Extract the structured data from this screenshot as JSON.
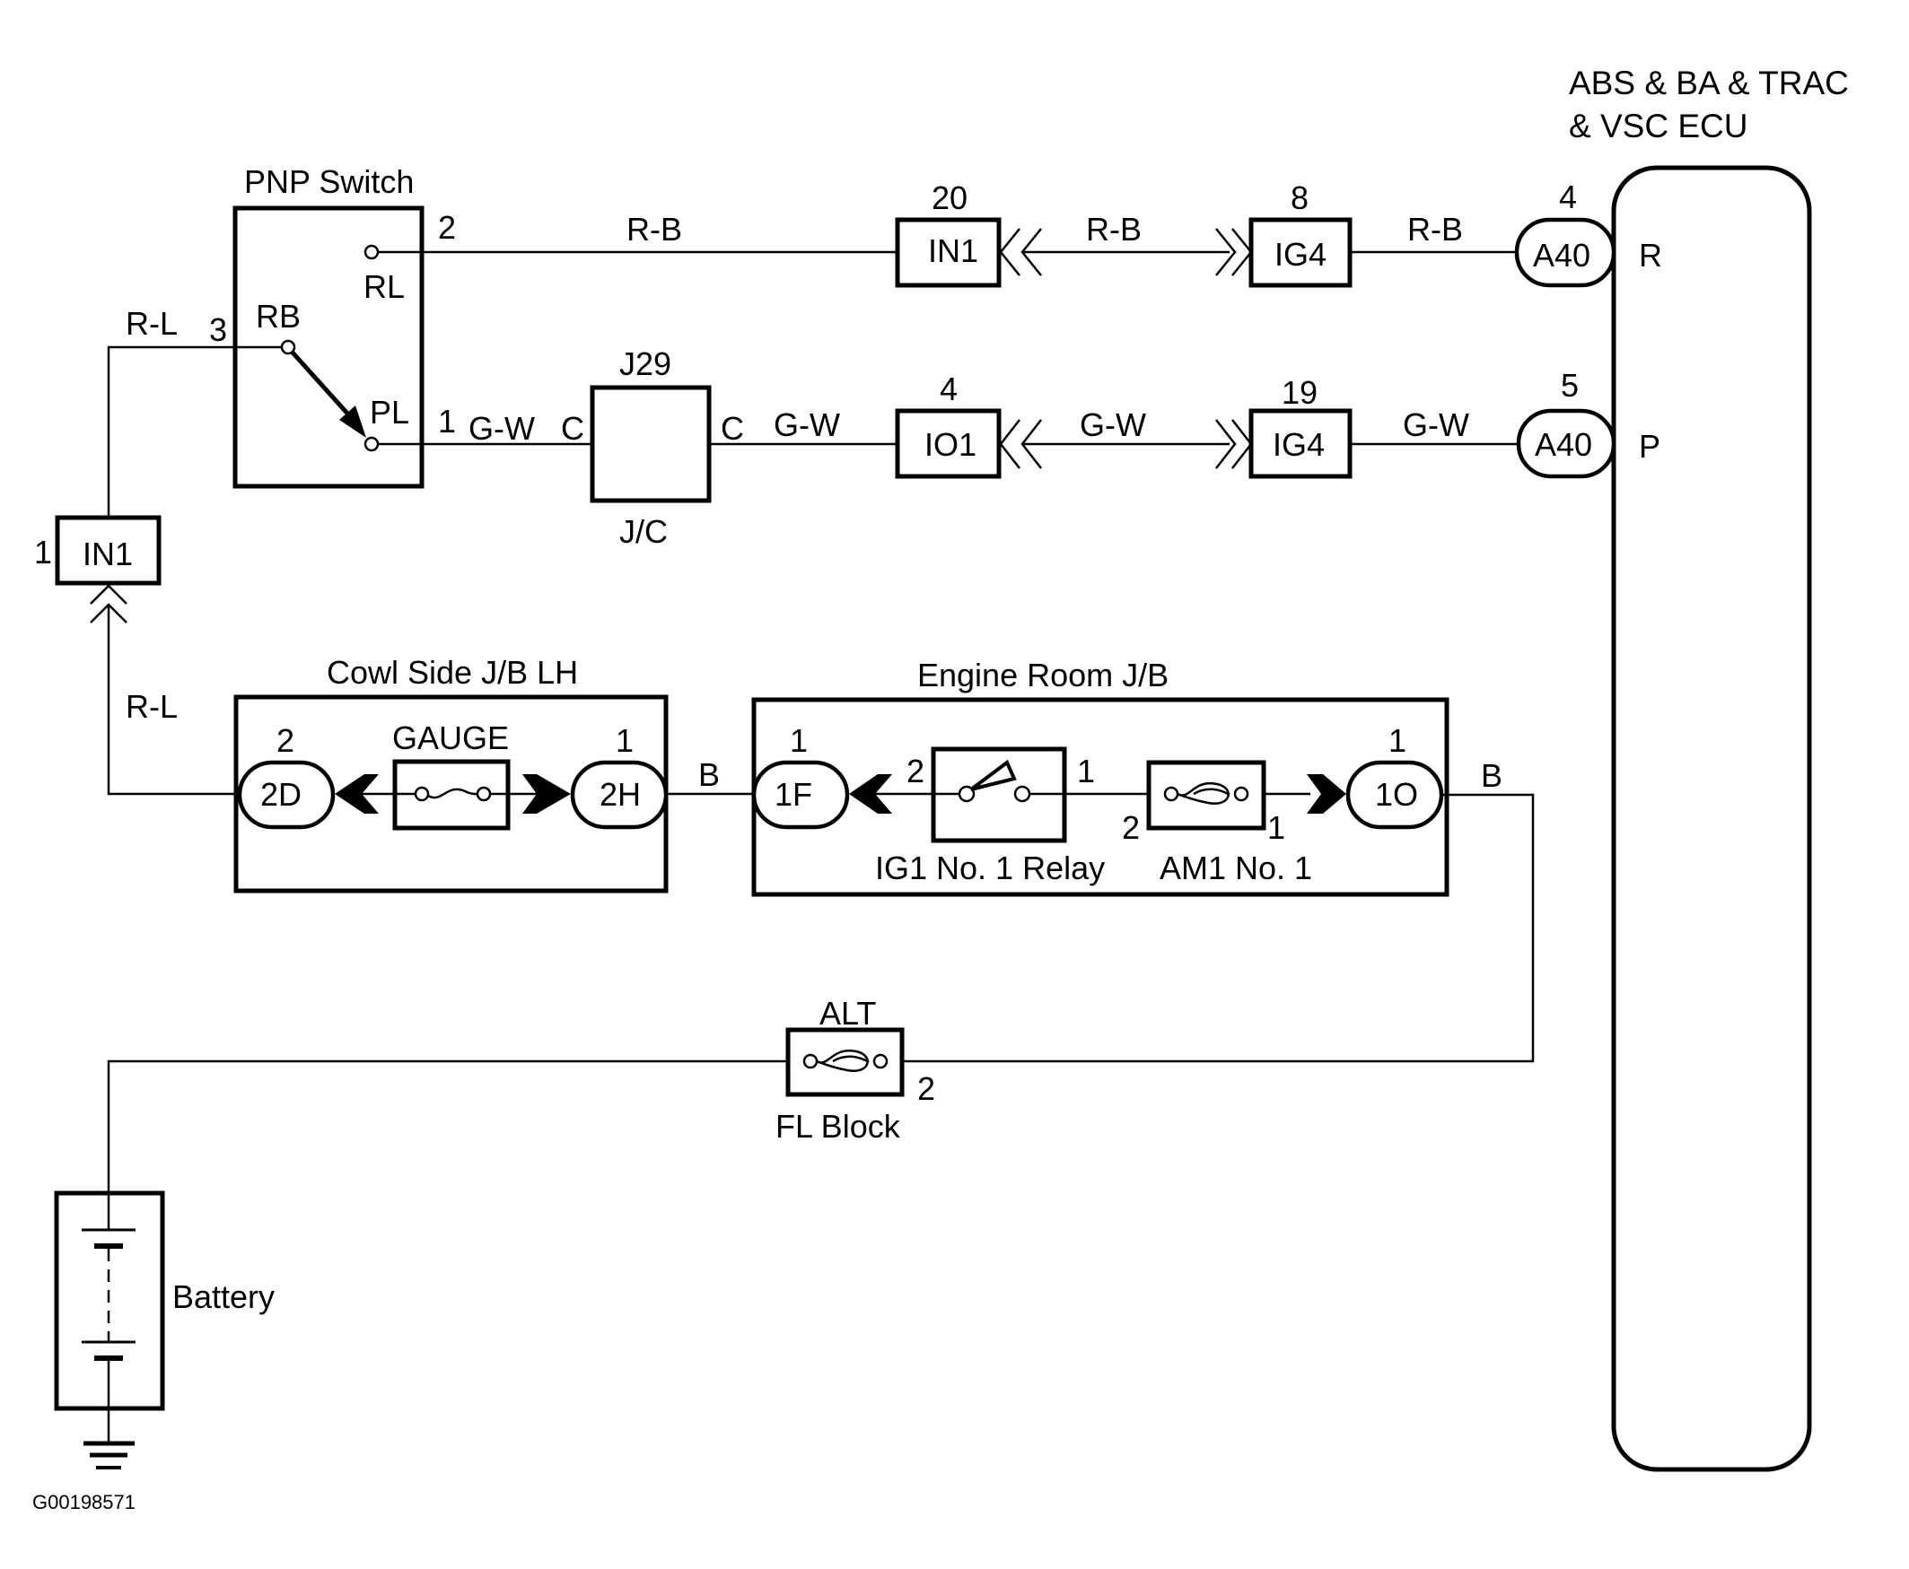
{
  "diagram_id": "G00198571",
  "ecu": {
    "title_line1": "ABS & BA & TRAC",
    "title_line2": "& VSC ECU",
    "terminals": [
      {
        "pin": "4",
        "connector": "A40",
        "terminal": "R",
        "wire_color": "R-B"
      },
      {
        "pin": "5",
        "connector": "A40",
        "terminal": "P",
        "wire_color": "G-W"
      }
    ]
  },
  "pnp_switch": {
    "title": "PNP Switch",
    "terminals": {
      "rl": "RL",
      "rb": "RB",
      "pl": "PL"
    },
    "pins": {
      "rl": "2",
      "rb": "3",
      "pl": "1"
    },
    "wire_rl": "R-B",
    "wire_rb": "R-L",
    "wire_pl": "G-W"
  },
  "junction_connector": {
    "top_label": "J29",
    "bottom_label": "J/C",
    "left_pin": "C",
    "right_pin": "C",
    "wire_out": "G-W"
  },
  "row_r": {
    "conn1": {
      "pin": "20",
      "name": "IN1"
    },
    "wire_mid": "R-B",
    "conn2": {
      "pin": "8",
      "name": "IG4"
    },
    "wire_out": "R-B"
  },
  "row_p": {
    "conn1": {
      "pin": "4",
      "name": "IO1"
    },
    "wire_mid": "G-W",
    "conn2": {
      "pin": "19",
      "name": "IG4"
    },
    "wire_out": "G-W"
  },
  "left_connector": {
    "pin": "1",
    "name": "IN1",
    "wire_color": "R-L"
  },
  "cowl_jb": {
    "title": "Cowl Side J/B LH",
    "fuse_name": "GAUGE",
    "left": {
      "pin": "2",
      "name": "2D"
    },
    "right": {
      "pin": "1",
      "name": "2H"
    },
    "wire_out": "B"
  },
  "engine_jb": {
    "title": "Engine Room J/B",
    "left": {
      "pin": "1",
      "name": "1F"
    },
    "relay": {
      "name": "IG1 No. 1 Relay",
      "pin_in": "2",
      "pin_out": "1"
    },
    "fuse": {
      "name": "AM1 No. 1",
      "pin_in": "2",
      "pin_out": "1"
    },
    "right": {
      "pin": "1",
      "name": "1O"
    },
    "wire_out": "B"
  },
  "fl_block": {
    "fuse_name": "ALT",
    "label": "FL Block",
    "pin": "2"
  },
  "battery": {
    "label": "Battery"
  }
}
